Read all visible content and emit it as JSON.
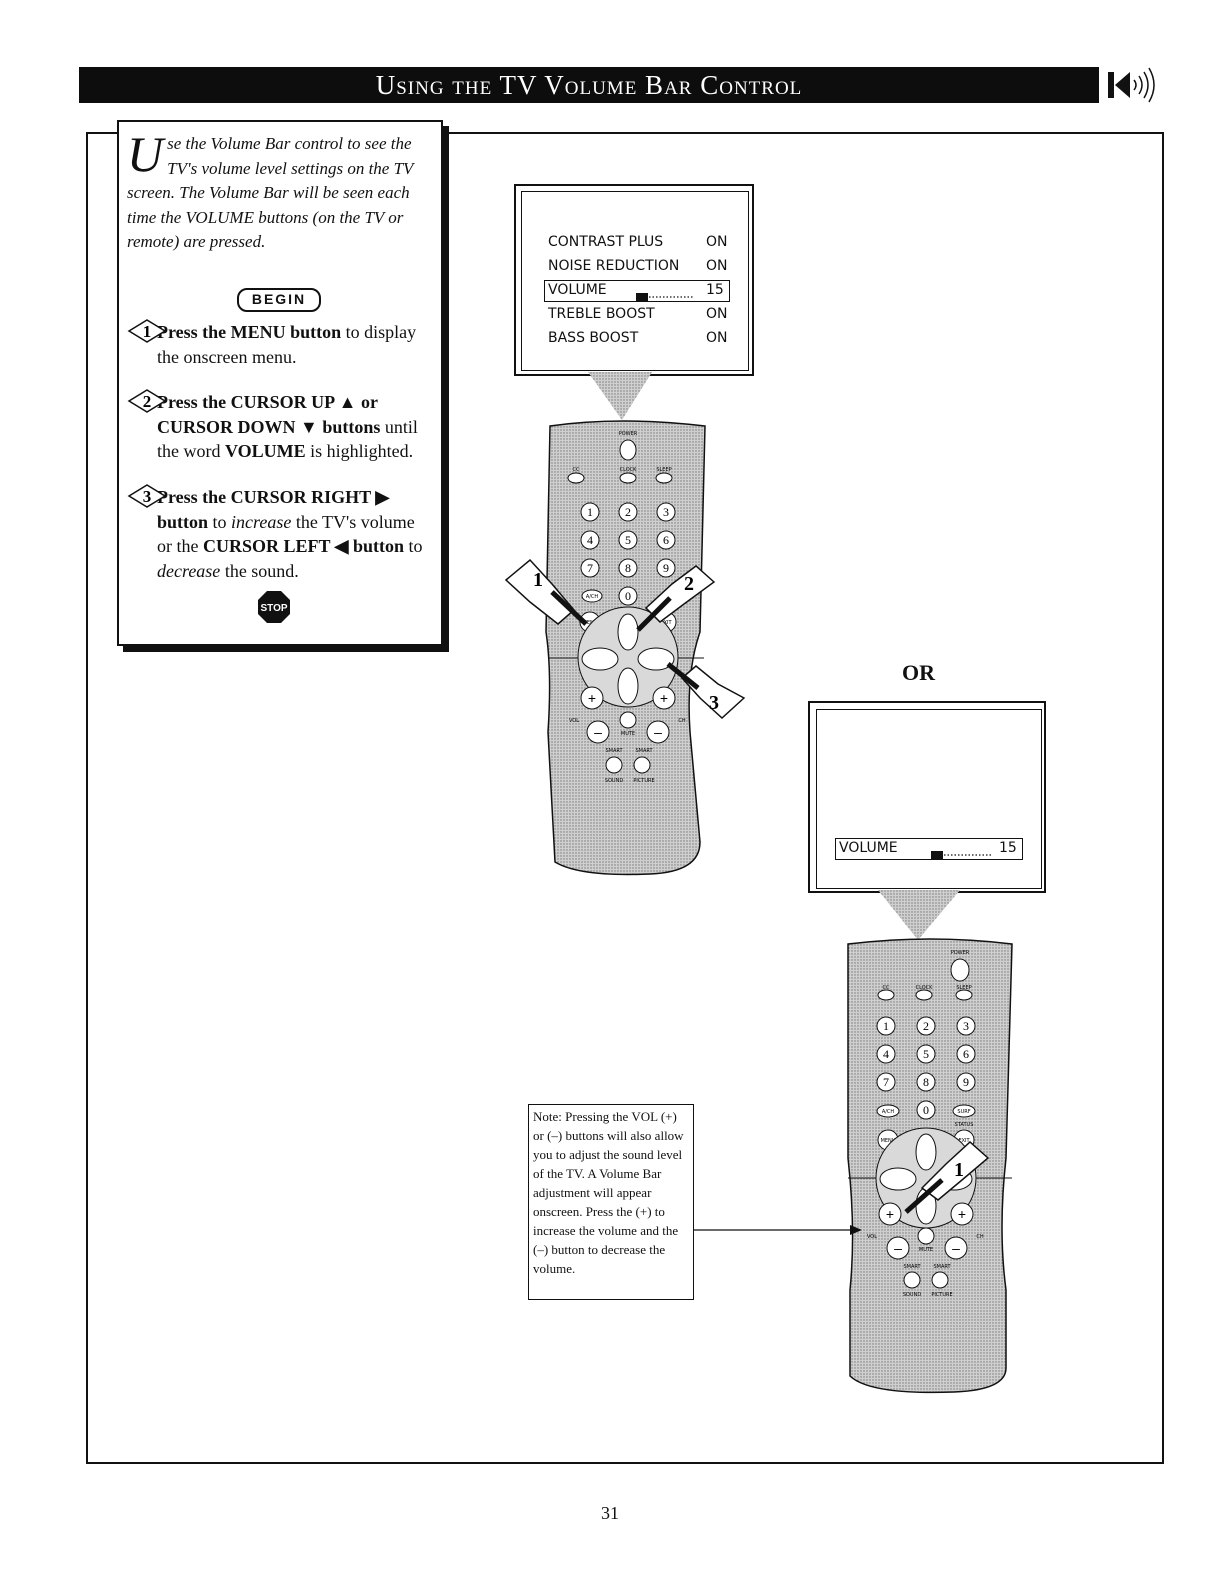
{
  "header": {
    "title": "Using the TV Volume Bar Control",
    "speaker_icon": "speaker-volume-icon"
  },
  "intro": {
    "dropcap": "U",
    "text": "se the Volume Bar control to see the TV's volume level settings on the TV screen. The Volume Bar will be seen each time the VOLUME buttons (on the TV or remote) are pressed."
  },
  "begin_label": "BEGIN",
  "steps": [
    {
      "num": "1",
      "bold": "Press the MENU button",
      "rest": " to display the onscreen menu."
    },
    {
      "num": "2",
      "bold1": "Press the CURSOR UP ▲ or CURSOR DOWN ▼ buttons",
      "mid": " until the word ",
      "bold2": "VOLUME",
      "rest": " is highlighted."
    },
    {
      "num": "3",
      "bold1": "Press the CURSOR RIGHT ▶ button",
      "mid1": " to ",
      "ital1": "increase",
      "mid2": " the TV's volume or the ",
      "bold2": "CURSOR LEFT ◀ button",
      "mid3": " to ",
      "ital2": "decrease",
      "rest": " the sound."
    }
  ],
  "stop_label": "STOP",
  "tv_menu": {
    "rows": [
      {
        "label": "CONTRAST PLUS",
        "value": "ON"
      },
      {
        "label": "NOISE REDUCTION",
        "value": "ON"
      },
      {
        "label": "VOLUME",
        "value": "15",
        "level": 0.15,
        "highlighted": true
      },
      {
        "label": "TREBLE BOOST",
        "value": "ON"
      },
      {
        "label": "BASS BOOST",
        "value": "ON"
      }
    ]
  },
  "or_label": "OR",
  "tv_volume_only": {
    "label": "VOLUME",
    "value": "15",
    "level": 0.15
  },
  "remote": {
    "power": "POWER",
    "cc": "CC",
    "clock": "CLOCK",
    "sleep": "SLEEP",
    "digits": [
      "1",
      "2",
      "3",
      "4",
      "5",
      "6",
      "7",
      "8",
      "9"
    ],
    "zero": "0",
    "ach": "A/CH",
    "menu": "MENU",
    "exit": "EXIT",
    "surf": "SURF",
    "status": "STATUS",
    "vol": "VOL",
    "ch": "CH",
    "mute": "MUTE",
    "smart": "SMART",
    "sound": "SOUND",
    "picture": "PICTURE"
  },
  "callouts": {
    "a": "1",
    "b": "2",
    "c": "3",
    "d": "1"
  },
  "note": "Note: Pressing the VOL (+) or (–) buttons will also allow you to adjust the sound level of the TV. A Volume Bar adjustment will appear onscreen. Press the (+) to increase the volume and the (–) button to decrease the volume.",
  "page_number": "31",
  "colors": {
    "title_bar": "#0d0d0d",
    "remote_body": "#d9d9d9"
  }
}
